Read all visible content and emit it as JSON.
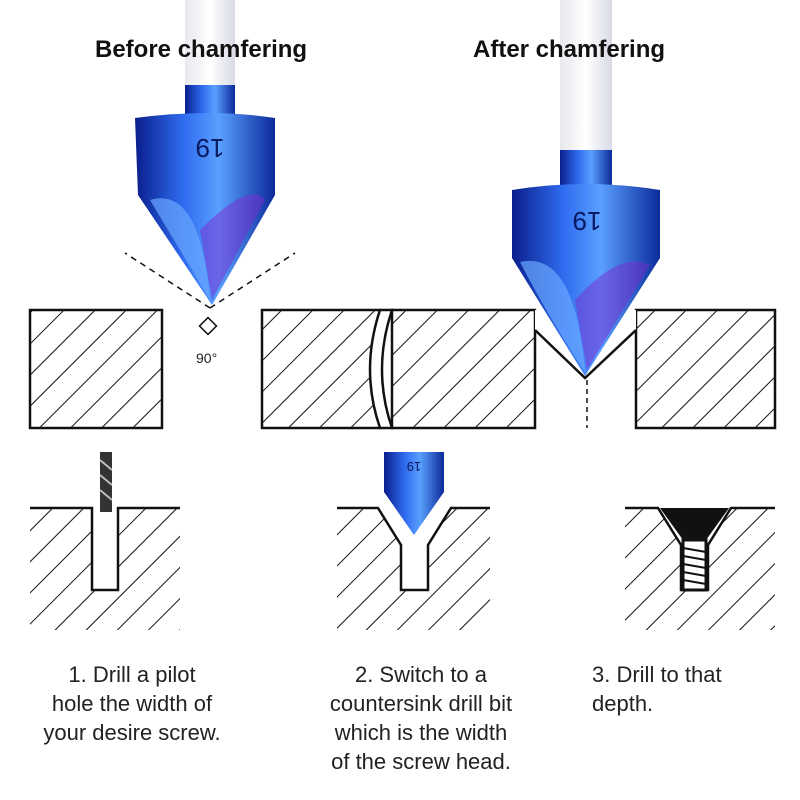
{
  "titles": {
    "before": "Before chamfering",
    "after": "After chamfering"
  },
  "angle_label": "90°",
  "bit_marking": "19",
  "steps": [
    {
      "lines": [
        "1.  Drill a pilot",
        "hole the width of",
        "your desire screw."
      ]
    },
    {
      "lines": [
        "2.  Switch to a",
        "countersink drill bit",
        "which is the width",
        "of the screw head."
      ]
    },
    {
      "lines": [
        "3.  Drill to that",
        "depth."
      ]
    }
  ],
  "colors": {
    "bit_blue": "#1f4fd8",
    "bit_dark": "#0b1f8a",
    "line": "#111111"
  }
}
